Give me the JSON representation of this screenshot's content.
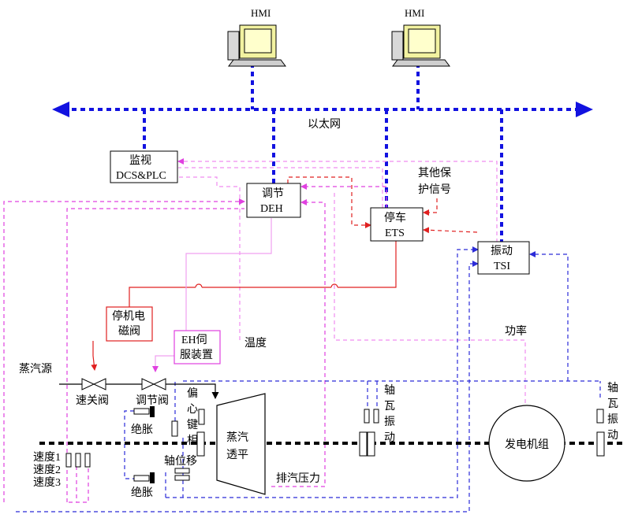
{
  "colors": {
    "ethernet": "#1212e0",
    "signal_blue": "#2b2bd8",
    "signal_magenta": "#e040e0",
    "signal_pink": "#f08cf0",
    "signal_red": "#e02020",
    "solid_pink": "#f0a0f0",
    "solid_red": "#e02020",
    "shaft": "#000000"
  },
  "hmi": {
    "left": "HMI",
    "right": "HMI"
  },
  "network": {
    "label": "以太网"
  },
  "boxes": {
    "dcs_line1": "监视",
    "dcs_line2": "DCS&PLC",
    "deh_line1": "调节",
    "deh_line2": "DEH",
    "ets_line1": "停车",
    "ets_line2": "ETS",
    "tsi_line1": "振动",
    "tsi_line2": "TSI",
    "stop_valve_line1": "停机电",
    "stop_valve_line2": "磁阀",
    "servo_line1": "EH伺",
    "servo_line2": "服装置"
  },
  "labels": {
    "other_protect_1": "其他保",
    "other_protect_2": "护信号",
    "steam_source": "蒸汽源",
    "quick_valve": "速关阀",
    "control_valve": "调节阀",
    "temperature": "温度",
    "power": "功率",
    "turbine_1": "蒸汽",
    "turbine_2": "透平",
    "exhaust_pressure": "排汽压力",
    "generator": "发电机组",
    "bearing_vib_mid": [
      "轴",
      "瓦",
      "振",
      "动"
    ],
    "bearing_vib_right": [
      "轴",
      "瓦",
      "振",
      "动"
    ],
    "eccentric": [
      "偏",
      "心",
      "键",
      "相"
    ],
    "axial_disp": "轴位移",
    "expansion_top": "绝胀",
    "expansion_bottom": "绝胀",
    "speed_1": "速度1",
    "speed_2": "速度2",
    "speed_3": "速度3"
  }
}
